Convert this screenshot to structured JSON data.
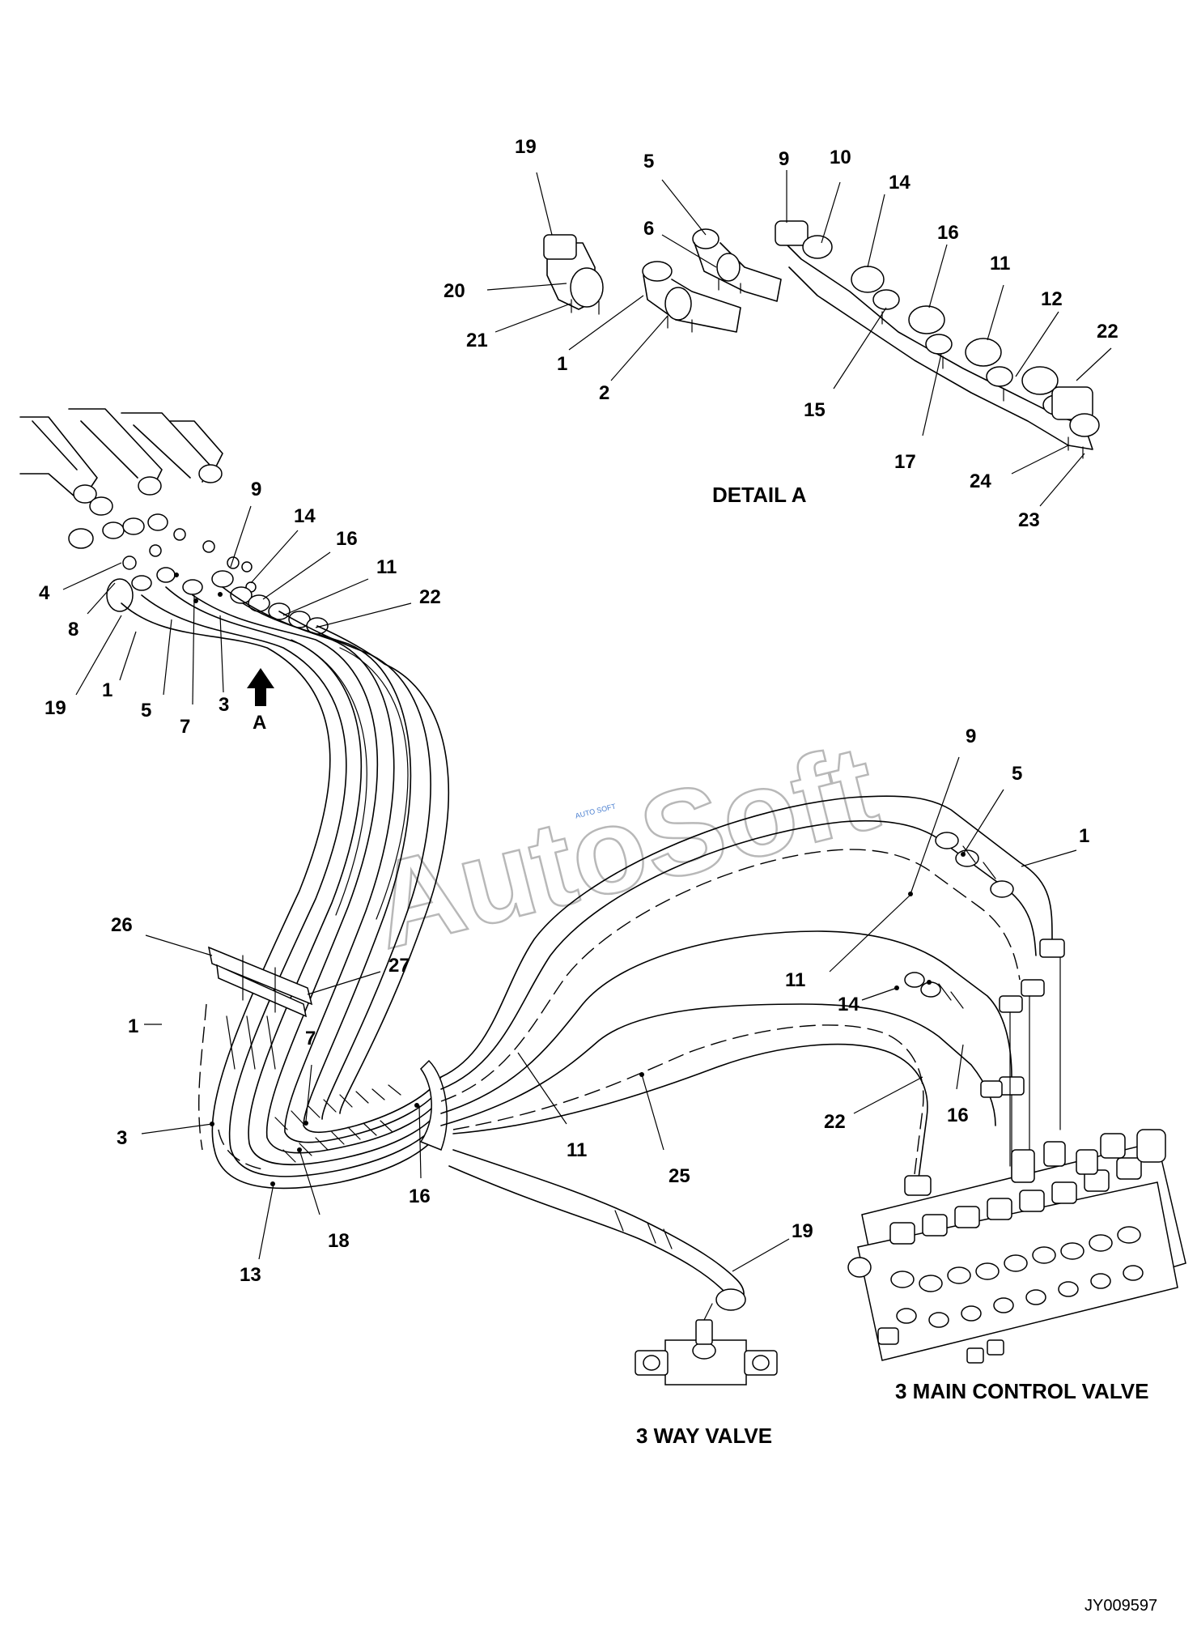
{
  "watermark": {
    "text": "AutoSoft",
    "badge": "AUTO SOFT"
  },
  "detail_a": {
    "caption": "DETAIL A",
    "callouts": [
      "19",
      "5",
      "9",
      "10",
      "14",
      "16",
      "11",
      "12",
      "22",
      "20",
      "6",
      "21",
      "1",
      "2",
      "15",
      "17",
      "24",
      "23"
    ]
  },
  "main_view": {
    "arrow_label": "A",
    "callouts": [
      "9",
      "14",
      "16",
      "11",
      "22",
      "4",
      "8",
      "19",
      "1",
      "5",
      "7",
      "3",
      "26",
      "27",
      "1",
      "7",
      "3",
      "13",
      "18",
      "16",
      "9",
      "5",
      "1",
      "11",
      "14",
      "22",
      "16",
      "11",
      "25",
      "19"
    ]
  },
  "components": {
    "three_way_valve": "3 WAY VALVE",
    "main_control_valve": "3 MAIN CONTROL VALVE"
  },
  "document_id": "JY009597",
  "colors": {
    "line": "#000000",
    "watermark": "#b8b8b8",
    "badge": "#4a7fd0"
  }
}
